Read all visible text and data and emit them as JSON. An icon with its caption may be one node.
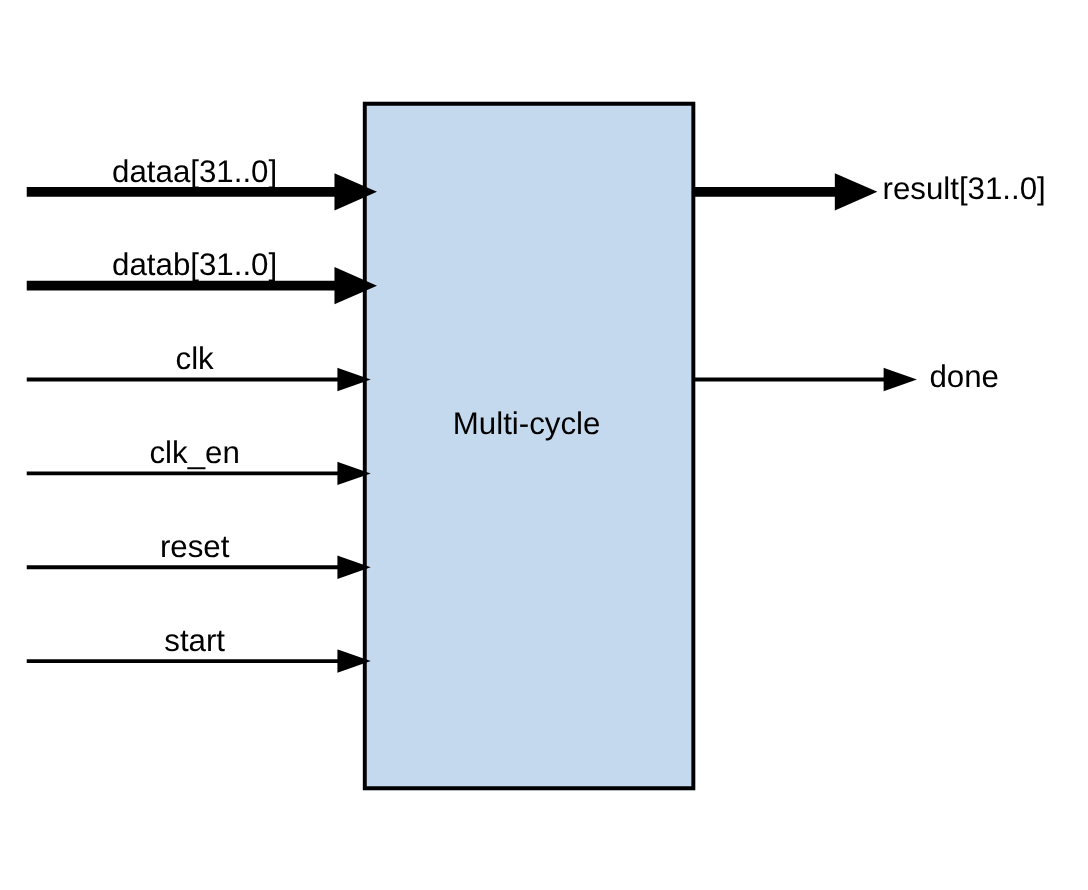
{
  "diagram": {
    "nodes": [
      {
        "text": [
          "Multi-cycle"
        ]
      },
      {
        "text": [
          "result[31..0]"
        ]
      },
      {
        "text": [
          "done"
        ]
      }
    ],
    "edges": [
      {
        "from": null,
        "to": 0,
        "arrow": "to",
        "label": "dataa[31..0]",
        "style": "thick"
      },
      {
        "from": null,
        "to": 0,
        "arrow": "to",
        "label": "datab[31..0]",
        "style": "thick"
      },
      {
        "from": null,
        "to": 0,
        "arrow": "to",
        "label": "clk"
      },
      {
        "from": null,
        "to": 0,
        "arrow": "to",
        "label": "clk_en"
      },
      {
        "from": null,
        "to": 0,
        "arrow": "to",
        "label": "reset"
      },
      {
        "from": null,
        "to": 0,
        "arrow": "to",
        "label": "start"
      },
      {
        "from": 0,
        "to": 1,
        "arrow": "to",
        "style": "thick"
      },
      {
        "from": 0,
        "to": 2,
        "arrow": "to"
      }
    ]
  }
}
